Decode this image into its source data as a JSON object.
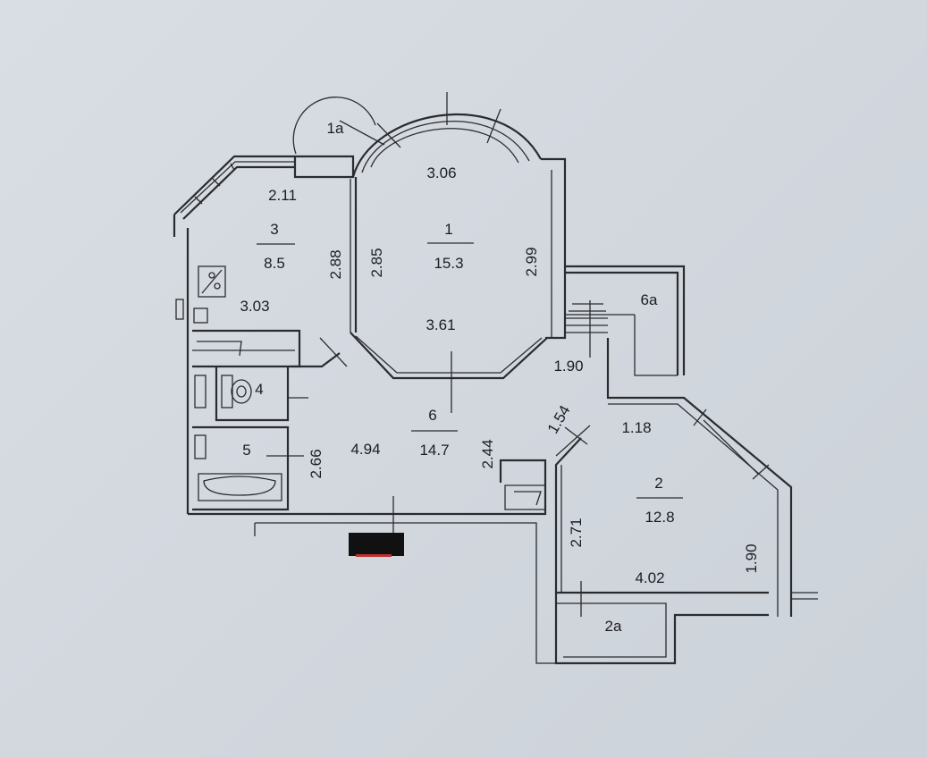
{
  "rooms": [
    {
      "id": "1",
      "number": "1",
      "area": "15.3"
    },
    {
      "id": "2",
      "number": "2",
      "area": "12.8"
    },
    {
      "id": "3",
      "number": "3",
      "area": "8.5"
    },
    {
      "id": "6",
      "number": "6",
      "area": "14.7"
    }
  ],
  "small_labels": {
    "r1a": "1a",
    "r2a": "2a",
    "r6a": "6a",
    "r4": "4",
    "r5": "5"
  },
  "dimensions": {
    "d306": "3.06",
    "d211": "2.11",
    "d288": "2.88",
    "d285": "2.85",
    "d299": "2.99",
    "d303": "3.03",
    "d361": "3.61",
    "d190a": "1.90",
    "d154": "1.54",
    "d118": "1.18",
    "d494": "4.94",
    "d266": "2.66",
    "d244": "2.44",
    "d271": "2.71",
    "d402": "4.02",
    "d190b": "1.90"
  },
  "colors": {
    "paper": "#d6dbe1",
    "ink": "#2a2b2e",
    "redaction": "#111111"
  }
}
